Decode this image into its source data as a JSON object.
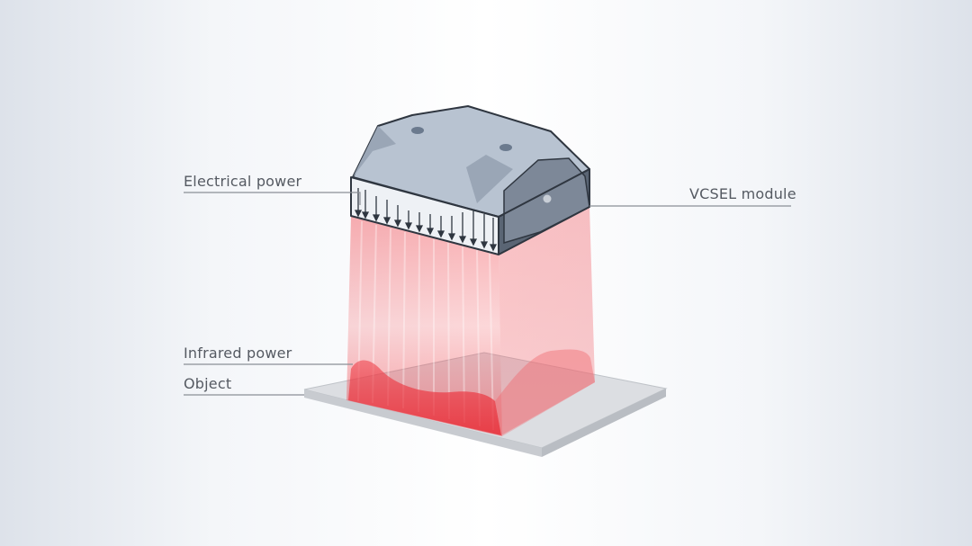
{
  "labels": {
    "electrical_power": "Electrical power",
    "vcsel_module": "VCSEL module",
    "infrared_power": "Infrared power",
    "object": "Object"
  },
  "colors": {
    "module_top": "#b8c3d1",
    "module_side": "#5a6574",
    "beam": "#f04a52",
    "plate": "#dcdee2",
    "leader_line": "#8a8f96"
  }
}
